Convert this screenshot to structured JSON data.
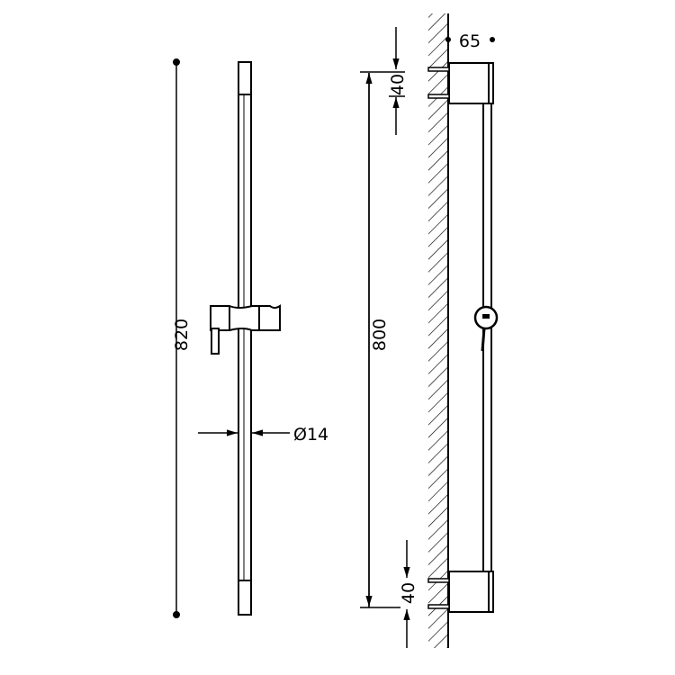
{
  "drawing": {
    "dimensions": {
      "total_length": "820",
      "fixing_distance": "800",
      "diameter": "Ø14",
      "wall_projection": "65",
      "top_offset": "40",
      "bottom_offset": "40"
    },
    "colors": {
      "line": "#000000",
      "background": "#ffffff"
    }
  }
}
